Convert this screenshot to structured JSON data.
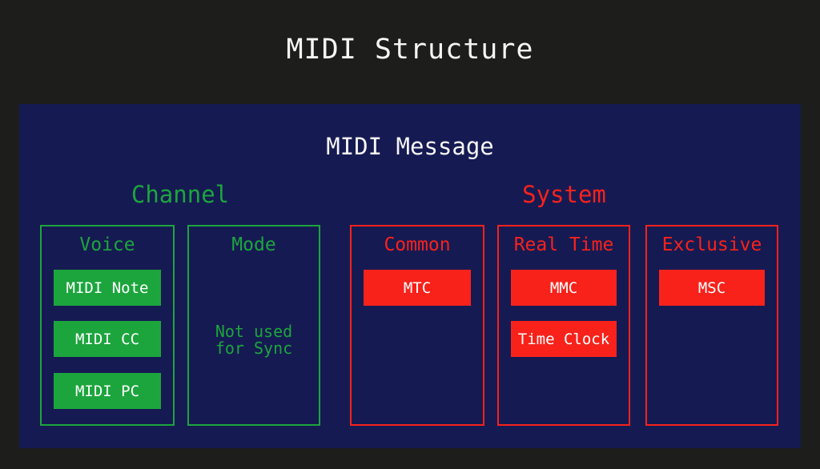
{
  "title": "MIDI Structure",
  "panel": {
    "title": "MIDI Message",
    "groups": [
      {
        "name": "Channel",
        "color": "#1CA53D",
        "columns": [
          {
            "heading": "Voice",
            "chips": [
              "MIDI Note",
              "MIDI CC",
              "MIDI PC"
            ]
          },
          {
            "heading": "Mode",
            "chips": [],
            "note": [
              "Not used",
              "for Sync"
            ]
          }
        ]
      },
      {
        "name": "System",
        "color": "#F8221B",
        "columns": [
          {
            "heading": "Common",
            "chips": [
              "MTC"
            ]
          },
          {
            "heading": "Real Time",
            "chips": [
              "MMC",
              "Time Clock"
            ]
          },
          {
            "heading": "Exclusive",
            "chips": [
              "MSC"
            ]
          }
        ]
      }
    ]
  },
  "colors": {
    "background": "#1D1D1B",
    "panel": "#161A52",
    "green": "#1CA53D",
    "red": "#F8221B",
    "text": "#F5F5F5"
  }
}
